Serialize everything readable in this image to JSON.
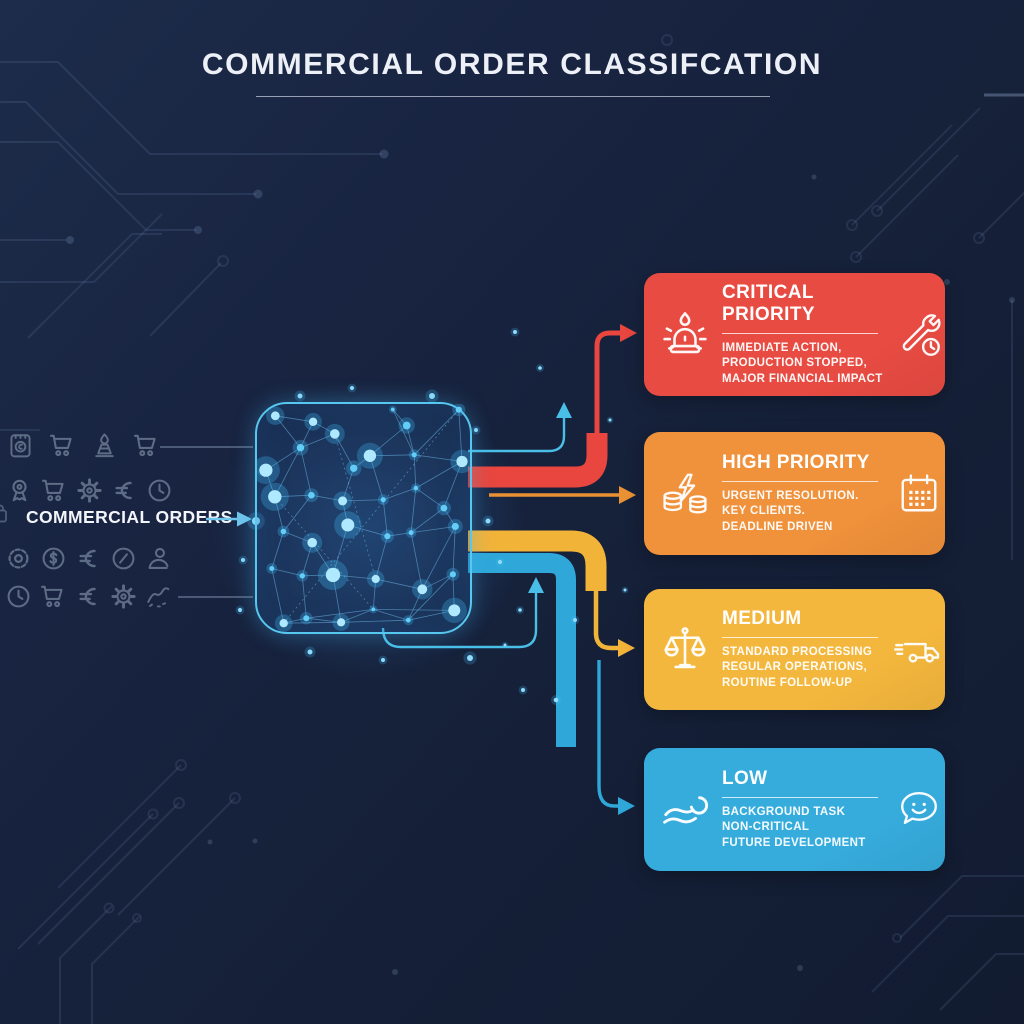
{
  "title": "COMMERCIAL ORDER CLASSIFCATION",
  "input": {
    "label": "COMMERCIAL ORDERS",
    "icon_rows": [
      [
        "invoice-calendar",
        "shopping-cart",
        "alarm-flame",
        "shopping-cart"
      ],
      [
        "medal",
        "shopping-cart",
        "gear",
        "euro",
        "clock"
      ],
      [
        "badge",
        "dollar-coin",
        "euro",
        "discount",
        "customer"
      ],
      [
        "clock",
        "shopping-cart",
        "euro",
        "gear",
        "route"
      ]
    ]
  },
  "colors": {
    "cyan": "#49BFE8",
    "red": "#E8463E",
    "orange": "#EA9134",
    "yellow": "#F2B339",
    "blue": "#2FA7D9",
    "connector_gray": "rgba(150,170,196,0.55)"
  },
  "cards": [
    {
      "id": "critical",
      "title": "CRITICAL PRIORITY",
      "lines": [
        "IMMEDIATE ACTION,",
        "PRODUCTION STOPPED,",
        "MAJOR FINANCIAL IMPACT"
      ],
      "color": "#E84B42",
      "left_icon": "siren-icon",
      "right_icon": "tools-clock-icon"
    },
    {
      "id": "high",
      "title": "HIGH PRIORITY",
      "lines": [
        "URGENT RESOLUTION.",
        "KEY CLIENTS.",
        "DEADLINE DRIVEN"
      ],
      "color": "#F0913B",
      "left_icon": "coins-lightning-icon",
      "right_icon": "calendar-icon"
    },
    {
      "id": "medium",
      "title": "MEDIUM",
      "lines": [
        "STANDARD PROCESSING",
        "REGULAR OPERATIONS,",
        "ROUTINE FOLLOW-UP"
      ],
      "color": "#F4B73D",
      "left_icon": "scales-icon",
      "right_icon": "delivery-truck-icon"
    },
    {
      "id": "low",
      "title": "LOW",
      "lines": [
        "BACKGROUND TASK",
        "NON-CRITICAL",
        "FUTURE DEVELOPMENT"
      ],
      "color": "#36ACDD",
      "left_icon": "wave-icon",
      "right_icon": "chat-smiley-icon"
    }
  ]
}
